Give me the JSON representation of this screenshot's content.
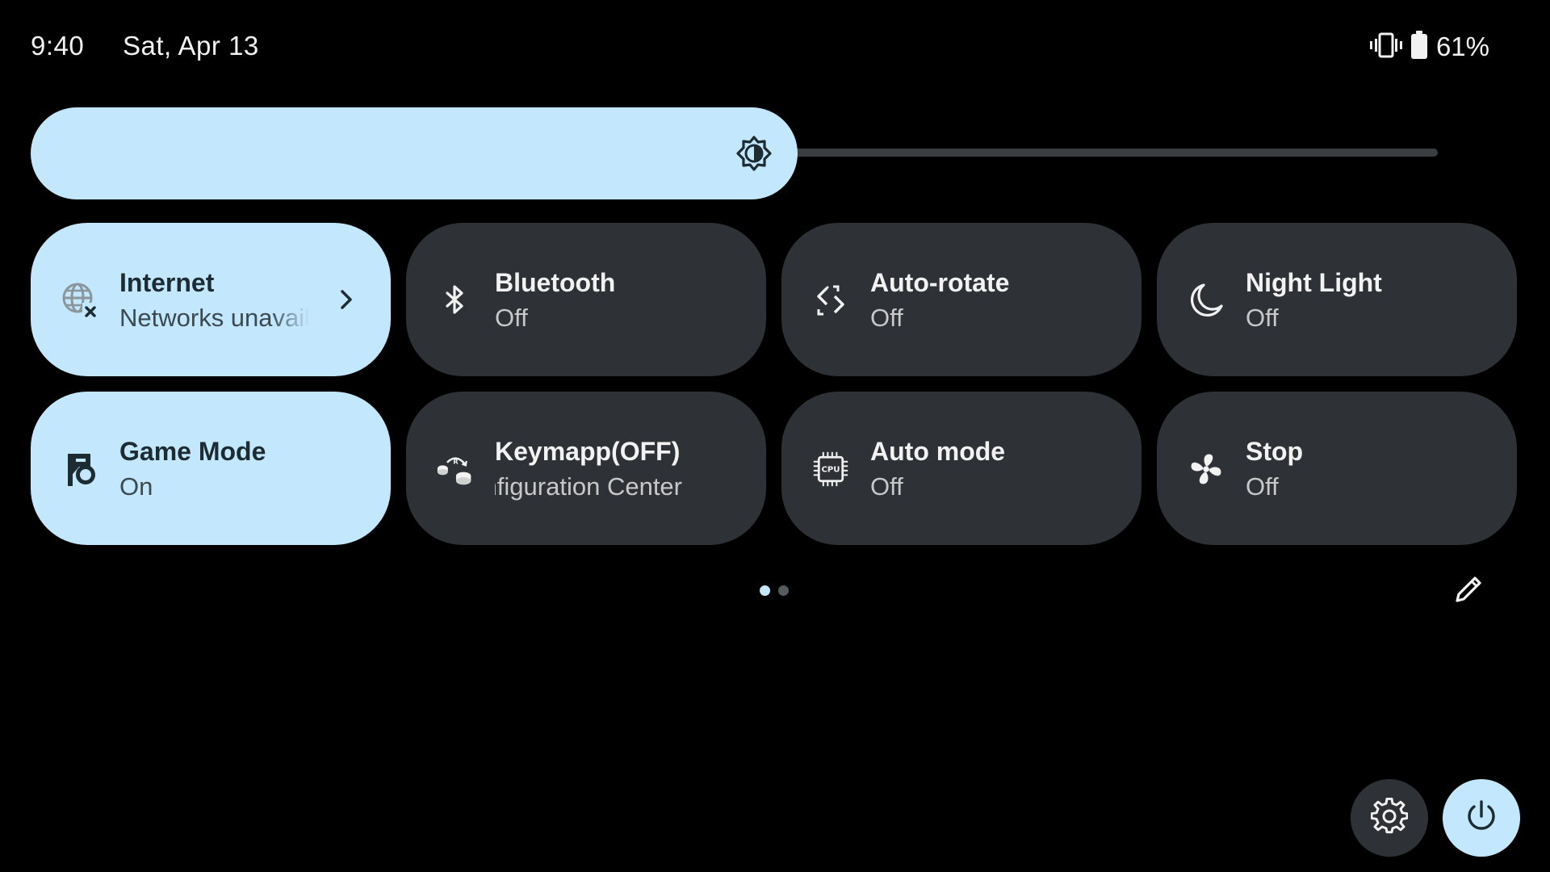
{
  "status_bar": {
    "time": "9:40",
    "date": "Sat, Apr 13",
    "vibrate_icon": "vibrate-icon",
    "battery_icon": "battery-icon",
    "battery_percent": "61%"
  },
  "brightness": {
    "level": 0.53,
    "icon": "brightness-icon"
  },
  "tiles": [
    {
      "label": "Internet",
      "sub": "Networks unavailable",
      "active": true,
      "icon": "globe-off-icon",
      "chevron": true
    },
    {
      "label": "Bluetooth",
      "sub": "Off",
      "active": false,
      "icon": "bluetooth-icon"
    },
    {
      "label": "Auto-rotate",
      "sub": "Off",
      "active": false,
      "icon": "auto-rotate-icon"
    },
    {
      "label": "Night Light",
      "sub": "Off",
      "active": false,
      "icon": "moon-icon"
    },
    {
      "label": "Game Mode",
      "sub": "On",
      "active": true,
      "icon": "game-mode-icon"
    },
    {
      "label": "Keymapp(OFF)",
      "sub": "Configuration Center",
      "active": false,
      "icon": "keymapp-icon"
    },
    {
      "label": "Auto mode",
      "sub": "Off",
      "active": false,
      "icon": "cpu-icon",
      "icon_text": "CPU"
    },
    {
      "label": "Stop",
      "sub": "Off",
      "active": false,
      "icon": "fan-icon"
    }
  ],
  "pager": {
    "pages": 2,
    "current": 1
  },
  "colors": {
    "accent": "#c3e7fd",
    "tile_inactive": "#2e3135",
    "background": "#000000"
  }
}
